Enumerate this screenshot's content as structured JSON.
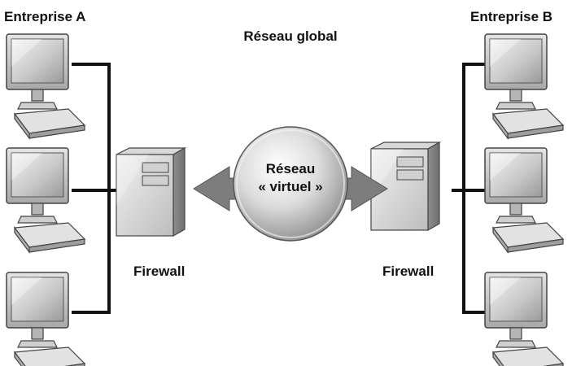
{
  "company_a": {
    "label": "Entreprise A"
  },
  "company_b": {
    "label": "Entreprise B"
  },
  "global_network": {
    "label": "Réseau global"
  },
  "virtual_network": {
    "line1": "Réseau",
    "line2": "« virtuel »"
  },
  "firewall_a": {
    "label": "Firewall"
  },
  "firewall_b": {
    "label": "Firewall"
  },
  "icons": {
    "workstation": "desktop-computer-icon",
    "firewall": "server-tower-icon",
    "network": "sphere-icon",
    "link": "double-arrow-icon"
  }
}
